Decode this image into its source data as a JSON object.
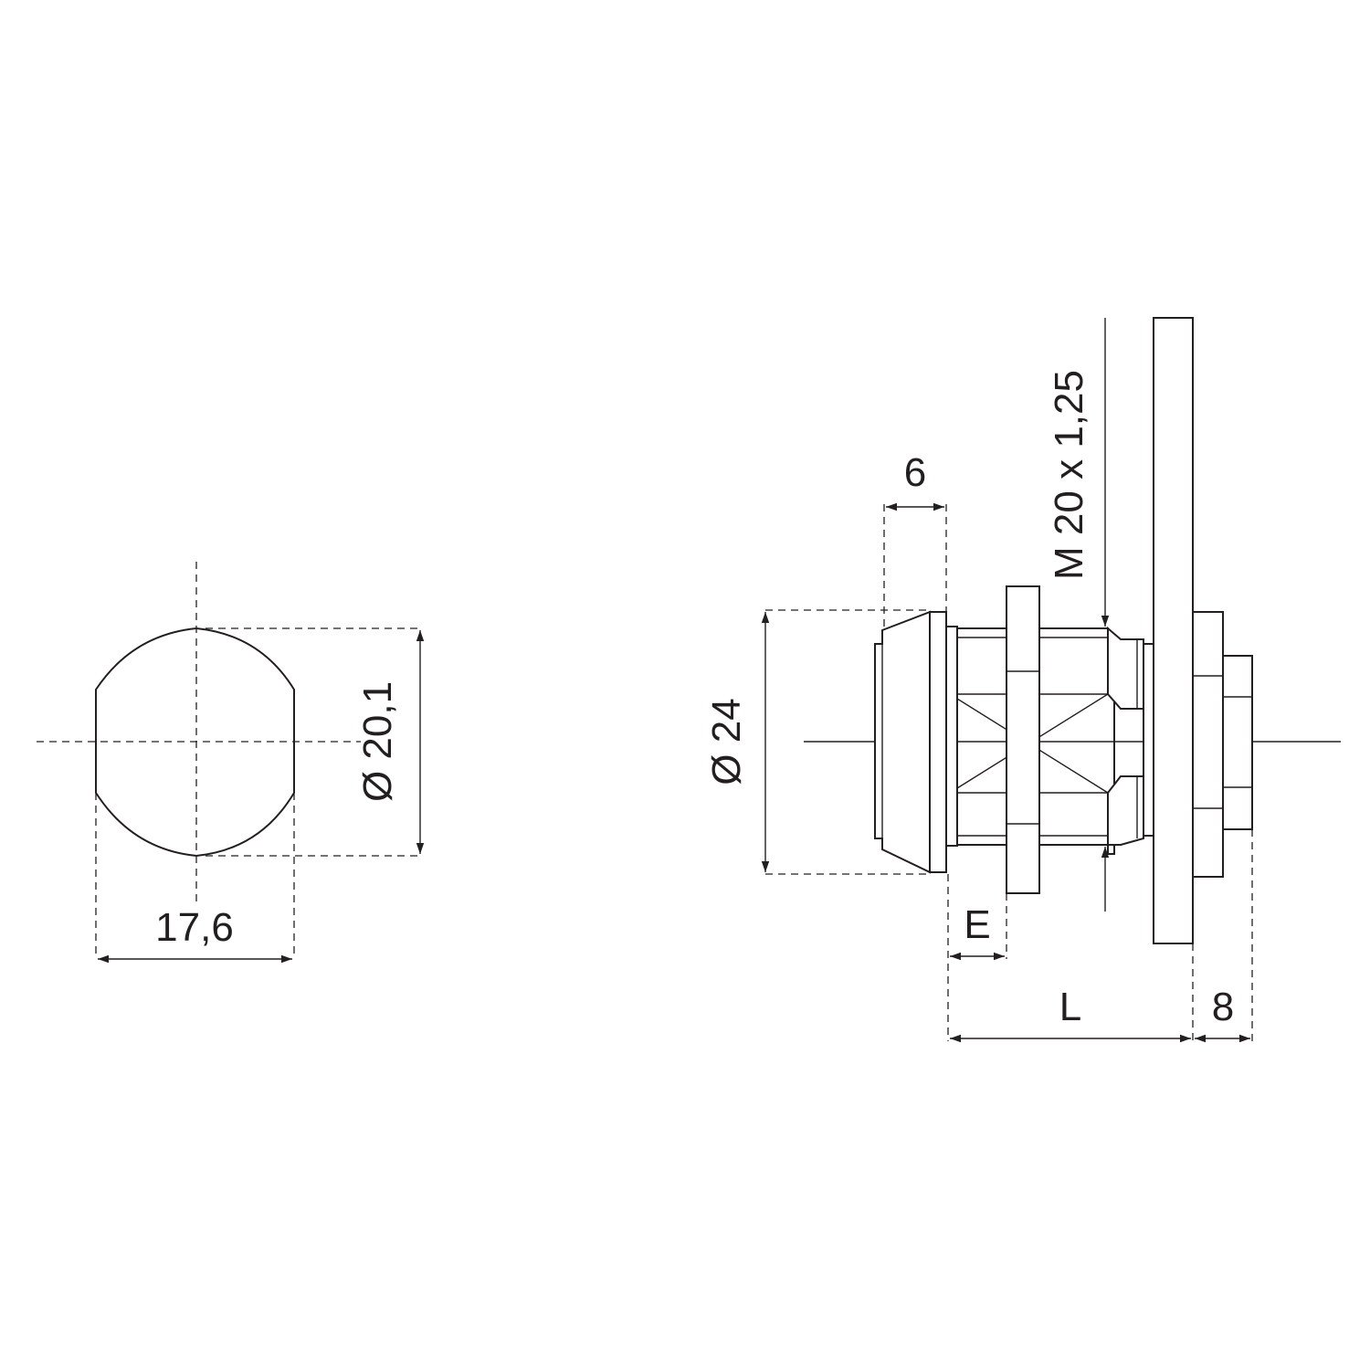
{
  "front_view": {
    "dim_width": "17,6",
    "dim_diameter": "Ø 20,1"
  },
  "side_view": {
    "dim_flange_thickness": "6",
    "dim_thread": "M 20 x 1,25",
    "dim_head_diameter": "Ø 24",
    "dim_e": "E",
    "dim_l": "L",
    "dim_8": "8"
  }
}
